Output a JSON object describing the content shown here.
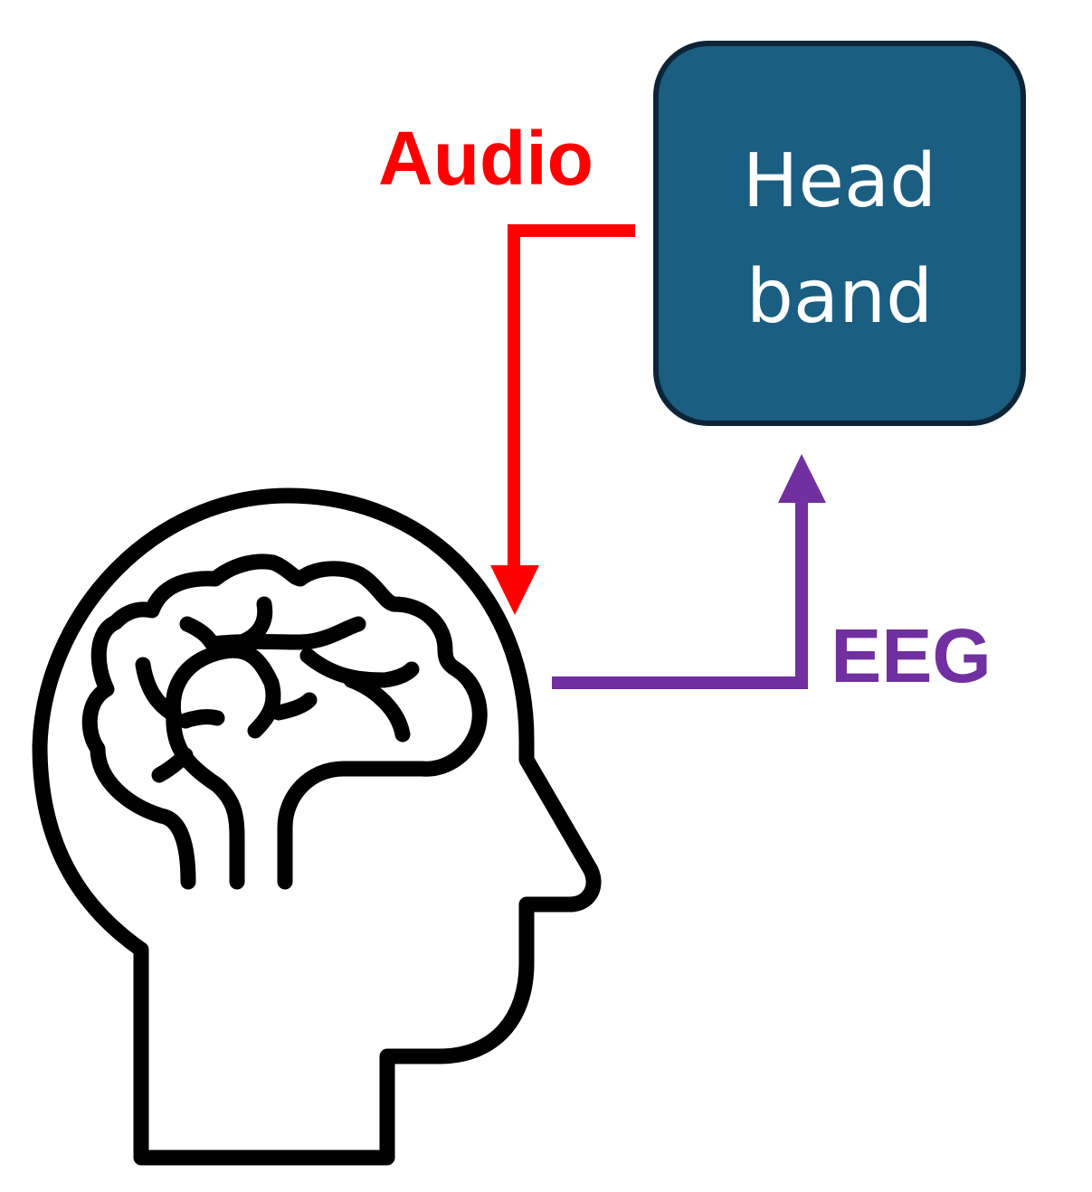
{
  "headband": {
    "line1": "Head",
    "line2": "band"
  },
  "labels": {
    "audio": "Audio",
    "eeg": "EEG"
  },
  "icons": {
    "person": "human-head-with-brain-icon"
  },
  "colors": {
    "audio": "#ff0000",
    "eeg": "#7030a0",
    "box_fill": "#1a5e82",
    "box_stroke": "#0d2436",
    "box_text": "#ffffff",
    "icon_stroke": "#000000"
  }
}
